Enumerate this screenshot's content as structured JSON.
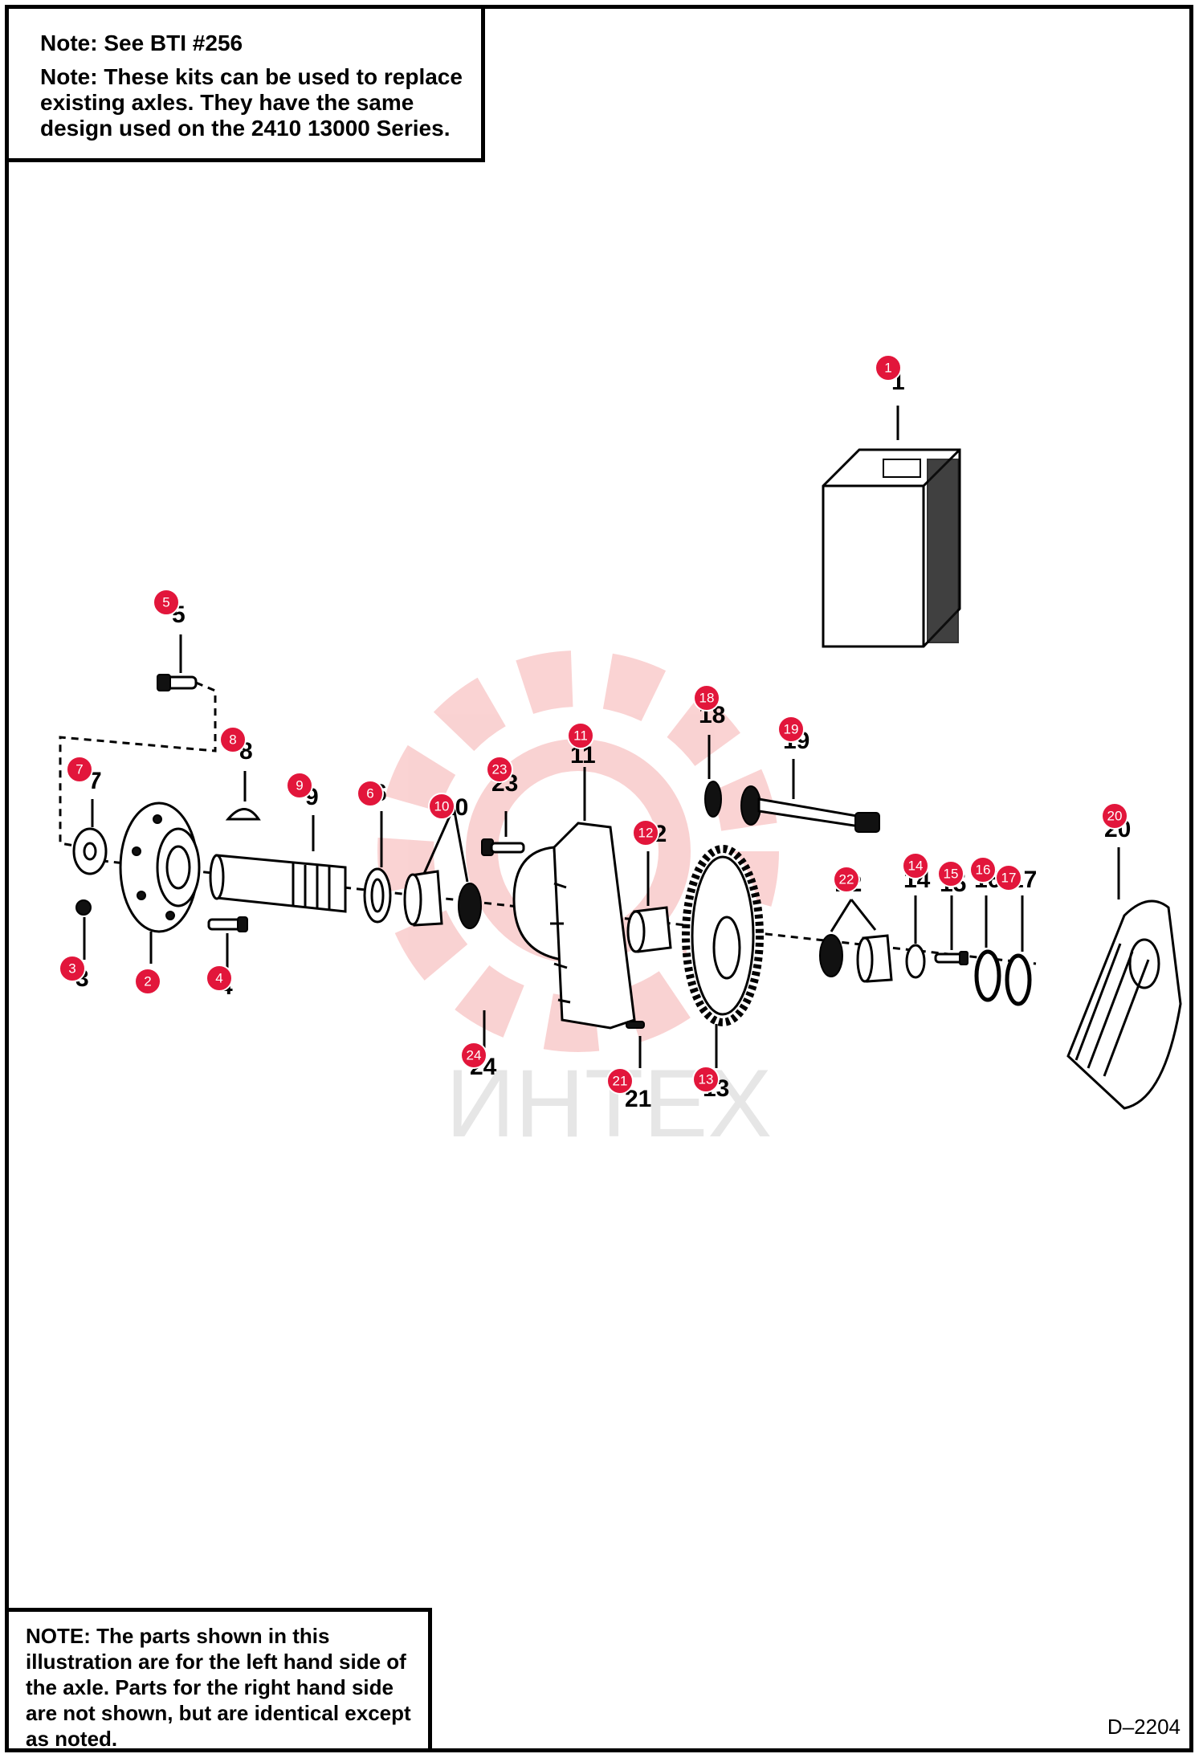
{
  "notes": {
    "top": [
      "Note: See BTI #256",
      "Note: These kits can be used to replace existing axles.  They have the same design used on the 2410 13000 Series."
    ],
    "bottom": "NOTE:    The parts shown in this illustration are for the left hand side of the axle. Parts for the right hand side are not shown, but are identical except as noted."
  },
  "drawing_code": "D–2204",
  "watermark": "ИНТЕХ",
  "colors": {
    "callout": "#e2163b",
    "line": "#000000",
    "watermark": "#f2b8b8"
  },
  "callouts": [
    "1",
    "2",
    "3",
    "4",
    "5",
    "6",
    "7",
    "8",
    "9",
    "10",
    "11",
    "12",
    "13",
    "14",
    "15",
    "16",
    "17",
    "18",
    "19",
    "20",
    "21",
    "22",
    "23",
    "24"
  ],
  "part_labels": [
    "1",
    "2",
    "3",
    "4",
    "5",
    "6",
    "7",
    "8",
    "9",
    "10",
    "11",
    "12",
    "13",
    "14",
    "15",
    "16",
    "17",
    "18",
    "19",
    "20",
    "21",
    "22",
    "23",
    "24"
  ]
}
